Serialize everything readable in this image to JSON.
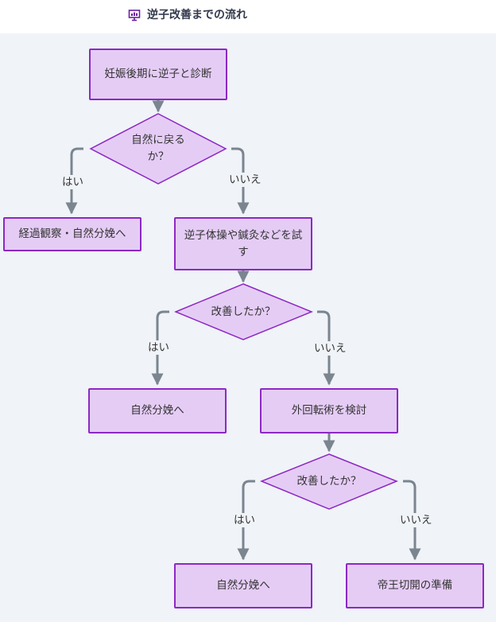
{
  "header": {
    "title": "逆子改善までの流れ",
    "icon": "presentation-chart-icon"
  },
  "nodes": {
    "diagnosis": "妊娠後期に逆子と診断",
    "q1": "自然に戻るか？",
    "observe": "経過観察・自然分娩へ",
    "try_methods": "逆子体操や鍼灸などを試す",
    "q2": "改善したか？",
    "natural2": "自然分娩へ",
    "ecv": "外回転術を検討",
    "q3": "改善したか？",
    "natural3": "自然分娩へ",
    "cesarean": "帝王切開の準備"
  },
  "edges": {
    "yes": "はい",
    "no": "いいえ"
  },
  "colors": {
    "node_fill": "#e5ccf5",
    "node_border": "#8d28c4",
    "edge": "#7a8590",
    "canvas": "#f0f3f7"
  }
}
